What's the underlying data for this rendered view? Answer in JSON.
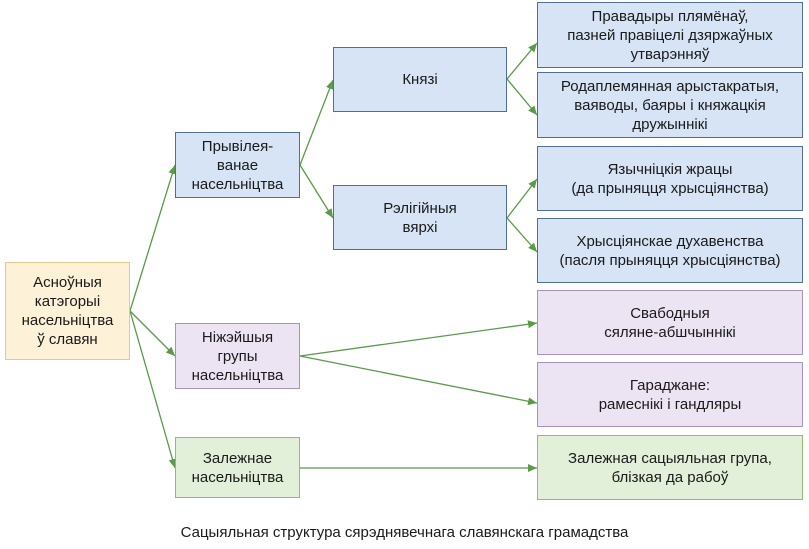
{
  "colors": {
    "root_fill": "#fdf2d8",
    "privileged_fill": "#d6e4f5",
    "lower_fill": "#ece4f3",
    "dependent_fill": "#e2f0da",
    "arrow": "#5a9a48"
  },
  "root": {
    "label": "Асноўныя\nкатэгорыі\nнасельніцтва\nў славян"
  },
  "categories": {
    "privileged": {
      "label": "Прывілея-\nванае\nнасельніцтва"
    },
    "lower": {
      "label": "Ніжэйшыя\nгрупы\nнасельніцтва"
    },
    "dependent": {
      "label": "Залежнае\nнасельніцтва"
    }
  },
  "subcategories": {
    "princes": {
      "label": "Князі"
    },
    "religious": {
      "label": "Рэлігійныя\nвярхі"
    }
  },
  "leaves": {
    "tribal_leaders": {
      "label": "Правадыры плямёнаў,\nпазней правіцелі дзяржаўных\nутварэнняў"
    },
    "aristocracy": {
      "label": "Родаплемянная арыстакратыя,\nваяводы, баяры і княжацкія\nдружыннікі"
    },
    "pagan_priests": {
      "label": "Язычніцкія жрацы\n(да прыняцця хрысціянства)"
    },
    "christian_clergy": {
      "label": "Хрысціянскае духавенства\n(пасля прыняцця хрысціянства)"
    },
    "free_peasants": {
      "label": "Свабодныя\nсяляне-абшчыннікі"
    },
    "townspeople": {
      "label": "Гараджане:\nрамеснікі і гандляры"
    },
    "dependent_group": {
      "label": "Залежная сацыяльная група,\nблізкая да рабоў"
    }
  },
  "caption": "Сацыяльная структура сярэднявечнага славянскага грамадства"
}
